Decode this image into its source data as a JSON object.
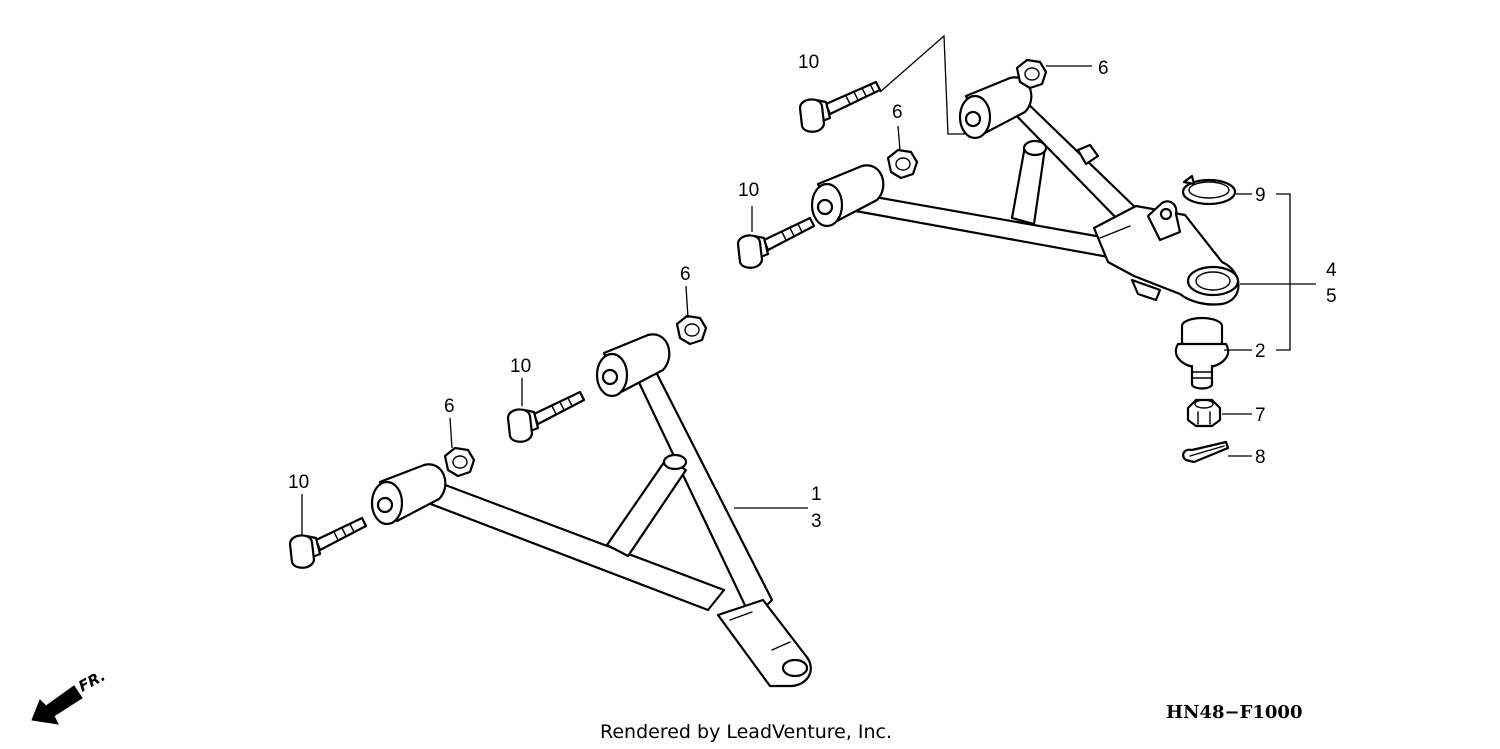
{
  "callouts": {
    "c1": "1",
    "c3": "3",
    "c2": "2",
    "c4": "4",
    "c5": "5",
    "c7": "7",
    "c8": "8",
    "c9": "9",
    "c6_top": "6",
    "c6_upper_mid": "6",
    "c6_lower_rear": "6",
    "c6_lower_front": "6",
    "c10_top": "10",
    "c10_upper_front": "10",
    "c10_lower_rear": "10",
    "c10_lower_front": "10"
  },
  "direction_label": "FR.",
  "diagram_code": "HN48−F1000",
  "footer": "Rendered by LeadVenture, Inc."
}
